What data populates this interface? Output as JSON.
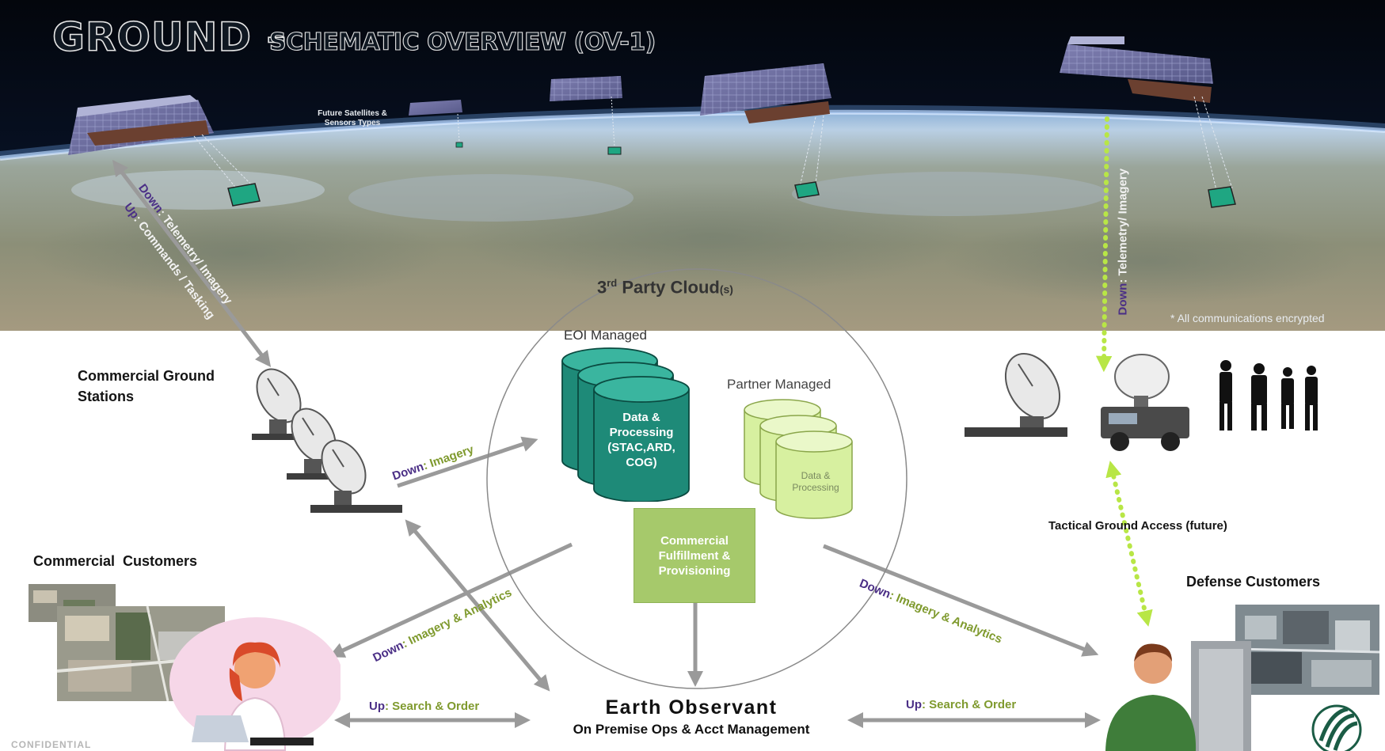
{
  "header": {
    "title_main": "GROUND –",
    "title_sub": "SCHEMATIC OVERVIEW (OV-1)"
  },
  "space": {
    "future_label_line1": "Future Satellites &",
    "future_label_line2": "Sensors Types",
    "encryption_note": "* All communications encrypted"
  },
  "links": {
    "left_down_word": "Down",
    "left_down_text": ": Telemetry/ Imagery",
    "left_up_word": "Up",
    "left_up_text": ": Commands / Tasking",
    "right_down_word": "Down",
    "right_down_text": ": Telemetry/ Imagery",
    "stations_to_cloud_word": "Down",
    "stations_to_cloud_text": ": Imagery",
    "cloud_to_commercial_word": "Down",
    "cloud_to_commercial_text": ": Imagery & Analytics",
    "cloud_to_defense_word": "Down",
    "cloud_to_defense_text": ": Imagery & Analytics",
    "commercial_up_word": "Up",
    "commercial_up_text": ": Search & Order",
    "defense_up_word": "Up",
    "defense_up_text": ": Search & Order"
  },
  "ground": {
    "commercial_stations_line1": "Commercial Ground",
    "commercial_stations_line2": "Stations",
    "commercial_customers": "Commercial  Customers",
    "tactical_access": "Tactical Ground Access (future)",
    "defense_customers": "Defense Customers",
    "confidential": "CONFIDENTIAL"
  },
  "cloud": {
    "title": "3",
    "title_sup": "rd",
    "title_rest": " Party Cloud",
    "title_suffix": "(s)",
    "eoi_label": "EOI Managed",
    "eoi_data_line1": "Data &",
    "eoi_data_line2": "Processing",
    "eoi_data_line3": "(STAC,ARD,",
    "eoi_data_line4": "COG)",
    "partner_label": "Partner Managed",
    "partner_data_line1": "Data &",
    "partner_data_line2": "Processing",
    "fulfillment_line1": "Commercial",
    "fulfillment_line2": "Fulfillment &",
    "fulfillment_line3": "Provisioning"
  },
  "earth_observant": {
    "title": "Earth Observant",
    "subtitle": "On Premise Ops & Acct Management"
  },
  "colors": {
    "eoi_teal": "#1e8a78",
    "partner_green": "#d7f0a0",
    "fulfillment_green": "#a6c96b",
    "arrow_gray": "#9a9a9a",
    "tactical_dots": "#b8e646",
    "down_purple": "#4b2f86",
    "label_olive": "#7f9a2e"
  }
}
